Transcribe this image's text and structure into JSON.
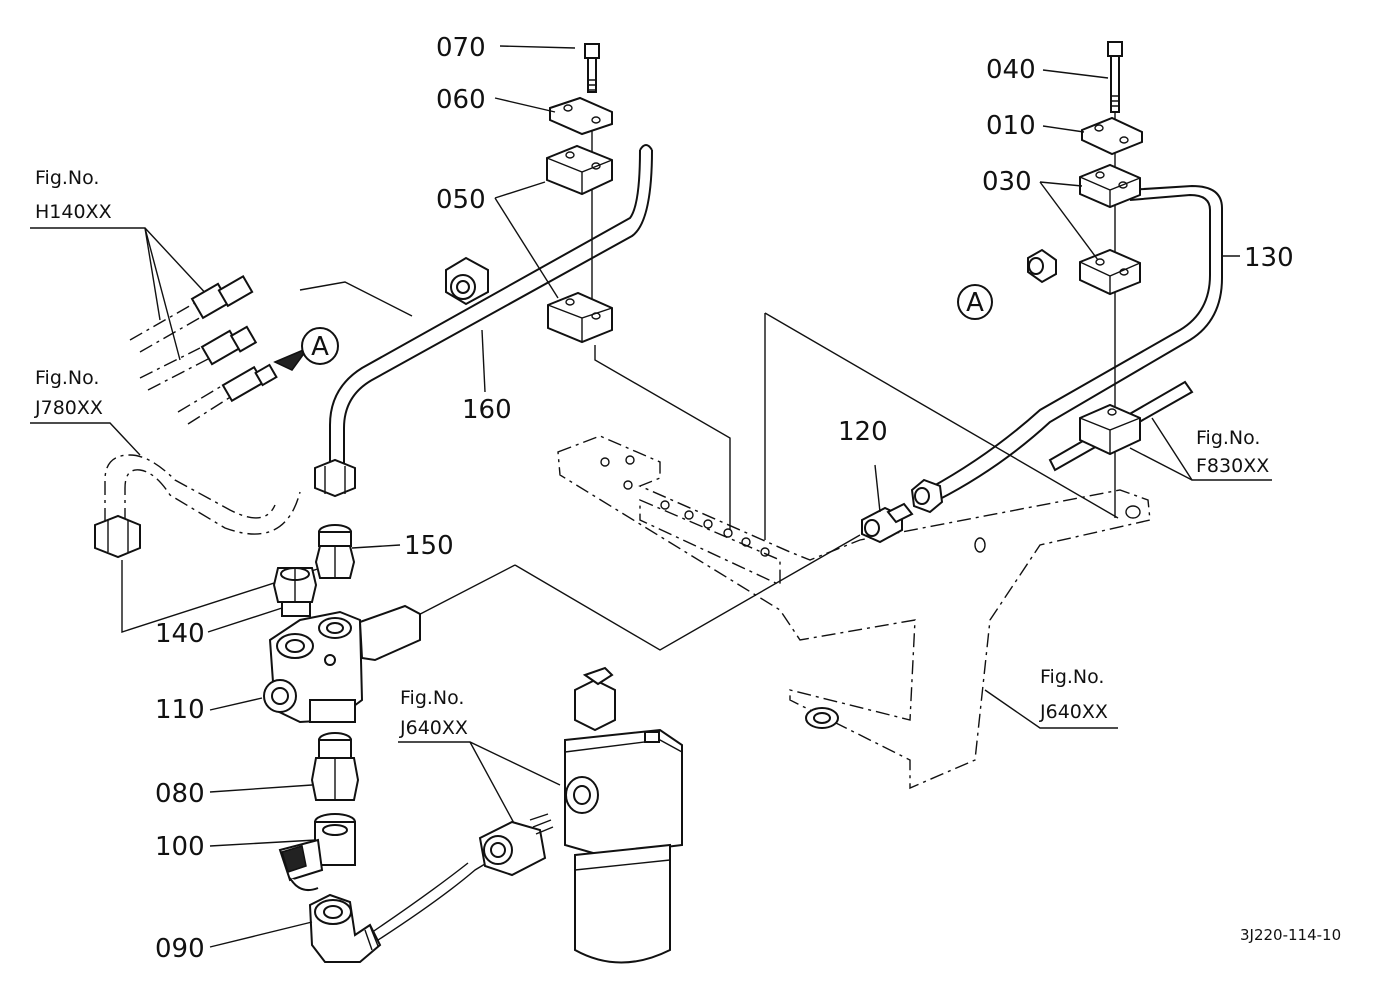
{
  "part_labels": {
    "p010": "010",
    "p030": "030",
    "p040": "040",
    "p050": "050",
    "p060": "060",
    "p070": "070",
    "p080": "080",
    "p090": "090",
    "p100": "100",
    "p110": "110",
    "p120": "120",
    "p130": "130",
    "p140": "140",
    "p150": "150",
    "p160": "160"
  },
  "figure_refs": {
    "h140": {
      "title": "Fig.No.",
      "code": "H140XX"
    },
    "j780": {
      "title": "Fig.No.",
      "code": "J780XX"
    },
    "f830": {
      "title": "Fig.No.",
      "code": "F830XX"
    },
    "j640_frame": {
      "title": "Fig.No.",
      "code": "J640XX"
    },
    "j640_filter": {
      "title": "Fig.No.",
      "code": "J640XX"
    }
  },
  "connection_markers": {
    "left": "A",
    "right": "A"
  },
  "drawing_code": "3J220-114-10"
}
